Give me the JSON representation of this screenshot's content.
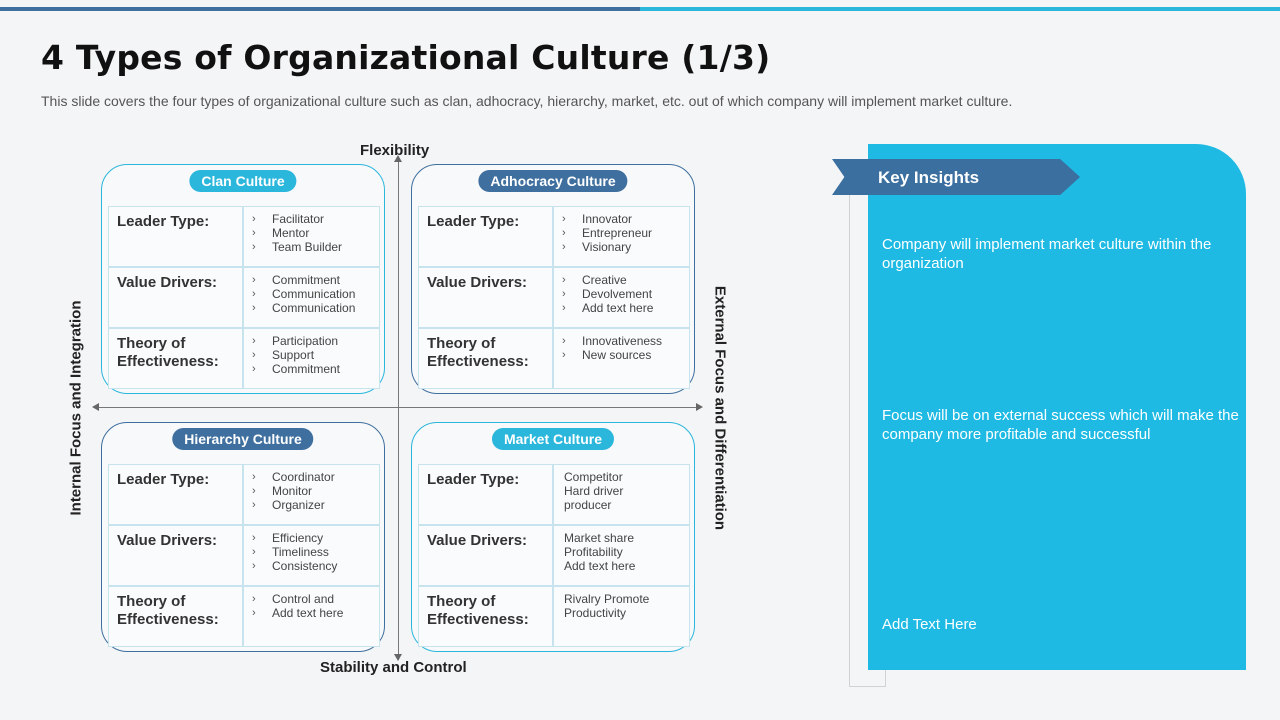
{
  "colors": {
    "accent_cyan": "#2bb6dc",
    "accent_navy": "#3f6f9f",
    "panel": "#1ebae3",
    "banner": "#3a6fa0"
  },
  "title": "4 Types of Organizational Culture (1/3)",
  "subtitle": "This slide covers the four types of organizational culture such as clan, adhocracy, hierarchy, market, etc. out of which company will implement market culture.",
  "axes": {
    "top": "Flexibility",
    "bottom": "Stability and Control",
    "left": "Internal Focus and Integration",
    "right": "External Focus and Differentiation"
  },
  "quadrants": {
    "clan": {
      "title": "Clan Culture",
      "rows": [
        {
          "key": "Leader Type:",
          "values": [
            "Facilitator",
            "Mentor",
            "Team Builder"
          ]
        },
        {
          "key": "Value Drivers:",
          "values": [
            "Commitment",
            "Communication",
            "Communication"
          ]
        },
        {
          "key": "Theory of Effectiveness:",
          "values": [
            "Participation",
            "Support",
            "Commitment"
          ]
        }
      ]
    },
    "adhocracy": {
      "title": "Adhocracy Culture",
      "rows": [
        {
          "key": "Leader Type:",
          "values": [
            "Innovator",
            "Entrepreneur",
            "Visionary"
          ]
        },
        {
          "key": "Value Drivers:",
          "values": [
            "Creative",
            "Devolvement",
            "Add text here"
          ]
        },
        {
          "key": "Theory of Effectiveness:",
          "values": [
            "Innovativeness",
            "New sources"
          ]
        }
      ]
    },
    "hierarchy": {
      "title": "Hierarchy Culture",
      "rows": [
        {
          "key": "Leader Type:",
          "values": [
            "Coordinator",
            "Monitor",
            "Organizer"
          ]
        },
        {
          "key": "Value Drivers:",
          "values": [
            "Efficiency",
            "Timeliness",
            "Consistency"
          ]
        },
        {
          "key": "Theory of Effectiveness:",
          "values": [
            "Control and",
            "Add text here"
          ]
        }
      ]
    },
    "market": {
      "title": "Market Culture",
      "rows": [
        {
          "key": "Leader Type:",
          "values": [
            "Competitor",
            "Hard driver",
            "producer"
          ]
        },
        {
          "key": "Value Drivers:",
          "values": [
            "Market share",
            "Profitability",
            "Add text here"
          ]
        },
        {
          "key": "Theory of Effectiveness:",
          "values": [
            "Rivalry Promote",
            "Productivity"
          ]
        }
      ]
    }
  },
  "insights": {
    "heading": "Key Insights",
    "items": [
      "Company will implement market culture within the organization",
      "Focus will be on external success which will make the company more profitable and successful",
      "Add Text Here"
    ]
  }
}
